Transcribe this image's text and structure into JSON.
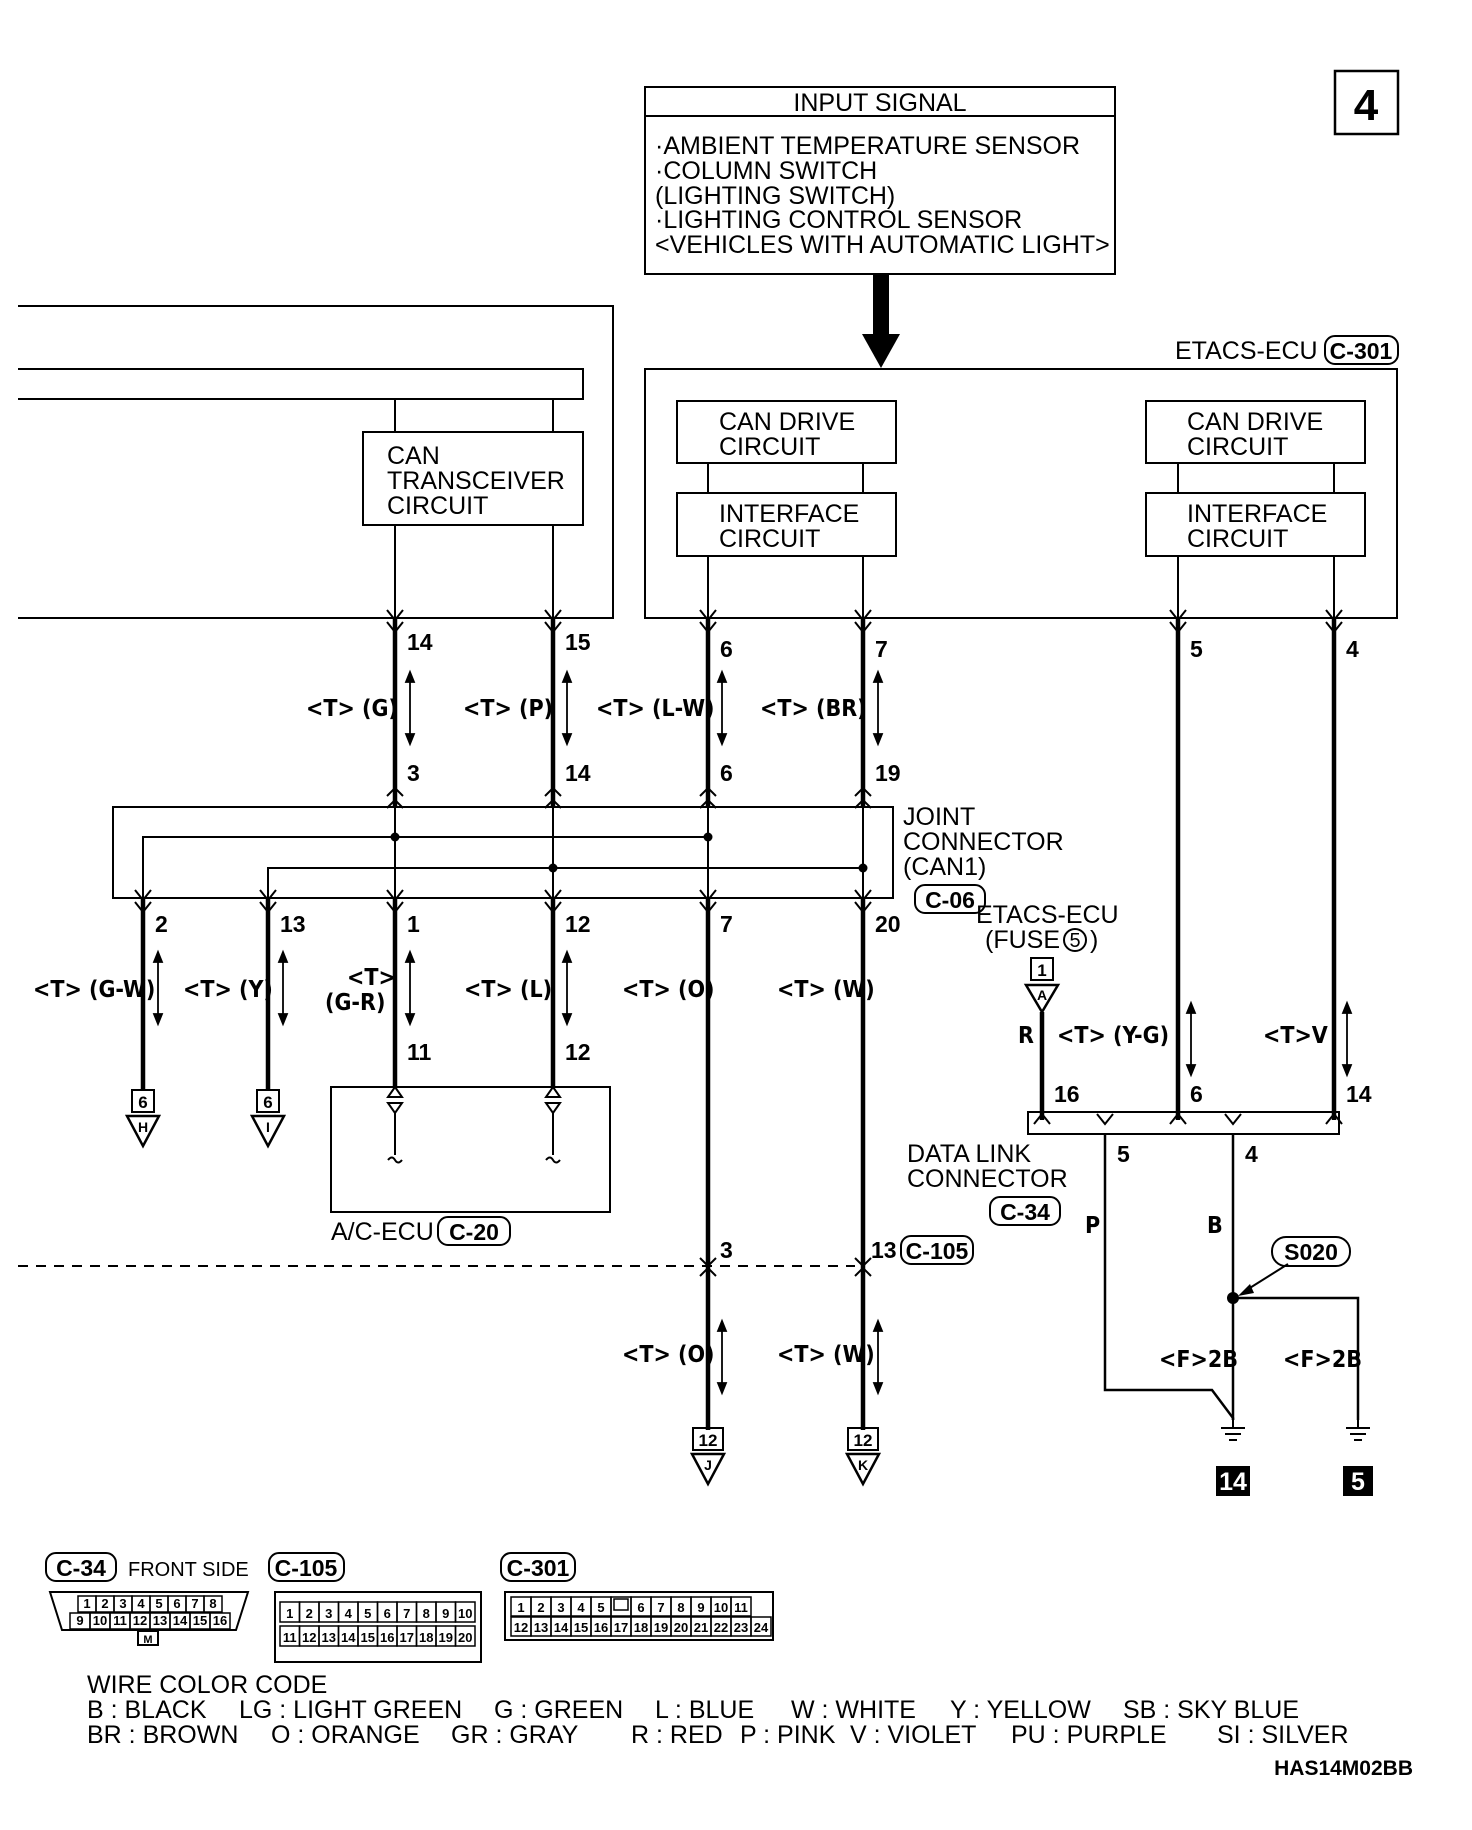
{
  "page_number": "4",
  "input_signal": {
    "title": "INPUT SIGNAL",
    "lines": [
      "·AMBIENT TEMPERATURE SENSOR",
      "·COLUMN SWITCH",
      " (LIGHTING SWITCH)",
      "·LIGHTING CONTROL SENSOR",
      " <VEHICLES WITH AUTOMATIC LIGHT>"
    ]
  },
  "etacs_ecu": {
    "label": "ETACS-ECU",
    "connector": "C-301"
  },
  "can_transceiver": [
    "CAN",
    "TRANSCEIVER",
    "CIRCUIT"
  ],
  "can_drive": [
    "CAN DRIVE",
    "CIRCUIT"
  ],
  "interface": [
    "INTERFACE",
    "CIRCUIT"
  ],
  "joint_connector": {
    "lines": [
      "JOINT",
      "CONNECTOR",
      "(CAN1)"
    ],
    "connector": "C-06"
  },
  "etacs_fuse": {
    "lines": [
      "ETACS-ECU",
      "(FUSE"
    ],
    "fuse_no": "5"
  },
  "ac_ecu": {
    "label": "A/C-ECU",
    "connector": "C-20"
  },
  "data_link": {
    "lines": [
      "DATA LINK",
      "CONNECTOR"
    ],
    "connector": "C-34"
  },
  "c105": "C-105",
  "splice": "S020",
  "pins": {
    "p14a": "14",
    "p15": "15",
    "p6a": "6",
    "p7a": "7",
    "p5a": "5",
    "p4a": "4",
    "p3a": "3",
    "p14b": "14",
    "p6b": "6",
    "p19": "19",
    "p2": "2",
    "p13a": "13",
    "p1": "1",
    "p12a": "12",
    "p7b": "7",
    "p20": "20",
    "p11": "11",
    "p12b": "12",
    "p16": "16",
    "p6c": "6",
    "p14c": "14",
    "p5b": "5",
    "p4b": "4",
    "p3b": "3",
    "p13b": "13"
  },
  "signals": {
    "g": "<T> (G)",
    "p": "<T> (P)",
    "lw": "<T> (L-W)",
    "br": "<T> (BR)",
    "gw": "<T> (G-W)",
    "y": "<T> (Y)",
    "t": "<T>",
    "gr": "(G-R)",
    "l": "<T> (L)",
    "o1": "<T> (O)",
    "w1": "<T> (W)",
    "yg": "<T> (Y-G)",
    "v": "<T>V",
    "o2": "<T> (O)",
    "w2": "<T> (W)",
    "f2b1": "<F>2B",
    "f2b2": "<F>2B",
    "r": "R",
    "pk": "P",
    "bk": "B"
  },
  "refs": {
    "h": {
      "num": "6",
      "letter": "H"
    },
    "i": {
      "num": "6",
      "letter": "I"
    },
    "a": {
      "num": "1",
      "letter": "A"
    },
    "j": {
      "num": "12",
      "letter": "J"
    },
    "k": {
      "num": "12",
      "letter": "K"
    }
  },
  "grounds": [
    "14",
    "5"
  ],
  "connector_views": {
    "c34": {
      "name": "C-34",
      "caption": "FRONT SIDE",
      "row1": [
        "1",
        "2",
        "3",
        "4",
        "5",
        "6",
        "7",
        "8"
      ],
      "row2": [
        "9",
        "10",
        "11",
        "12",
        "13",
        "14",
        "15",
        "16"
      ],
      "key": "M"
    },
    "c105": {
      "name": "C-105",
      "row1": [
        "1",
        "2",
        "3",
        "4",
        "5",
        "6",
        "7",
        "8",
        "9",
        "10"
      ],
      "row2": [
        "11",
        "12",
        "13",
        "14",
        "15",
        "16",
        "17",
        "18",
        "19",
        "20"
      ]
    },
    "c301": {
      "name": "C-301",
      "row1": [
        "1",
        "2",
        "3",
        "4",
        "5",
        "",
        "6",
        "7",
        "8",
        "9",
        "10",
        "11"
      ],
      "row2": [
        "12",
        "13",
        "14",
        "15",
        "16",
        "17",
        "18",
        "19",
        "20",
        "21",
        "22",
        "23",
        "24"
      ]
    }
  },
  "wire_color_code": {
    "title": "WIRE COLOR CODE",
    "row1": [
      "B : BLACK",
      "LG : LIGHT GREEN",
      "G : GREEN",
      "L : BLUE",
      "W : WHITE",
      "Y : YELLOW",
      "SB : SKY BLUE"
    ],
    "row2": [
      "BR : BROWN",
      "O : ORANGE",
      "GR : GRAY",
      "R : RED",
      "P : PINK",
      "V : VIOLET",
      "PU : PURPLE",
      "SI : SILVER"
    ]
  },
  "diagram_code": "HAS14M02BB"
}
